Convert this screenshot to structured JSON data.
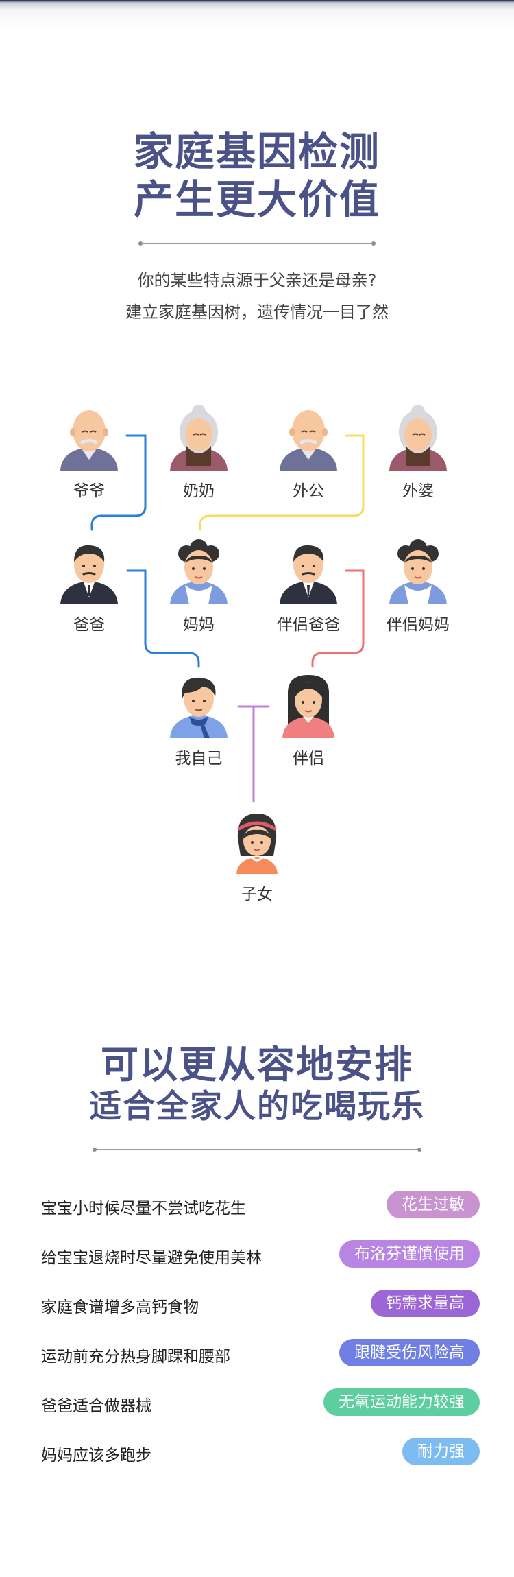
{
  "hero": {
    "title_line1": "家庭基因检测",
    "title_line2": "产生更大价值",
    "subtitle_line1": "你的某些特点源于父亲还是母亲?",
    "subtitle_line2": "建立家庭基因树，遗传情况一目了然"
  },
  "tree": {
    "yeye": "爷爷",
    "nainai": "奶奶",
    "waigong": "外公",
    "waipo": "外婆",
    "baba": "爸爸",
    "mama": "妈妈",
    "partner_father": "伴侣爸爸",
    "partner_mother": "伴侣妈妈",
    "me": "我自己",
    "partner": "伴侣",
    "child": "子女",
    "colors": {
      "paternal_line": "#2a7fd8",
      "maternal_line": "#f5dd60",
      "partner_line": "#f07070",
      "child_line": "#bf7fe0"
    }
  },
  "section2": {
    "title_line1": "可以更从容地安排",
    "title_line2": "适合全家人的吃喝玩乐"
  },
  "tips": [
    {
      "text": "宝宝小时候尽量不尝试吃花生",
      "badge": "花生过敏",
      "color": "#c893cf"
    },
    {
      "text": "给宝宝退烧时尽量避免使用美林",
      "badge": "布洛芬谨慎使用",
      "color": "#b985e2"
    },
    {
      "text": "家庭食谱增多高钙食物",
      "badge": "钙需求量高",
      "color": "#9c66d6"
    },
    {
      "text": "运动前充分热身脚踝和腰部",
      "badge": "跟腱受伤风险高",
      "color": "#6f7fe3"
    },
    {
      "text": "爸爸适合做器械",
      "badge": "无氧运动能力较强",
      "color": "#5dcea0"
    },
    {
      "text": "妈妈应该多跑步",
      "badge": "耐力强",
      "color": "#7dbcf0"
    }
  ]
}
